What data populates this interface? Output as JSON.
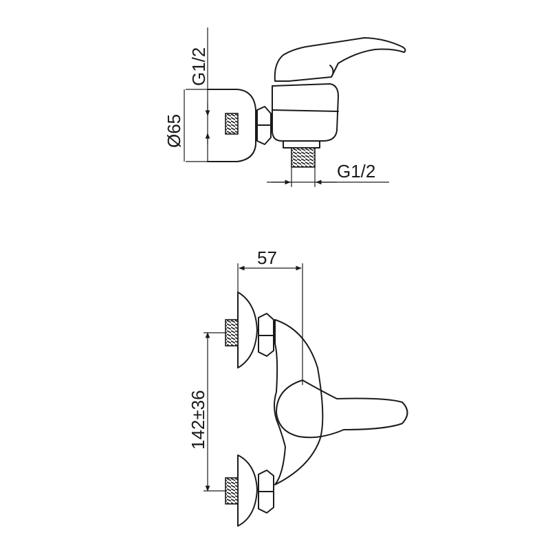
{
  "top_view": {
    "inlet_thread_label": "G1/2",
    "flange_diameter_label": "Ø65",
    "outlet_thread_label": "G1/2"
  },
  "front_view": {
    "projection_label": "57",
    "center_distance_label": "142±36"
  }
}
